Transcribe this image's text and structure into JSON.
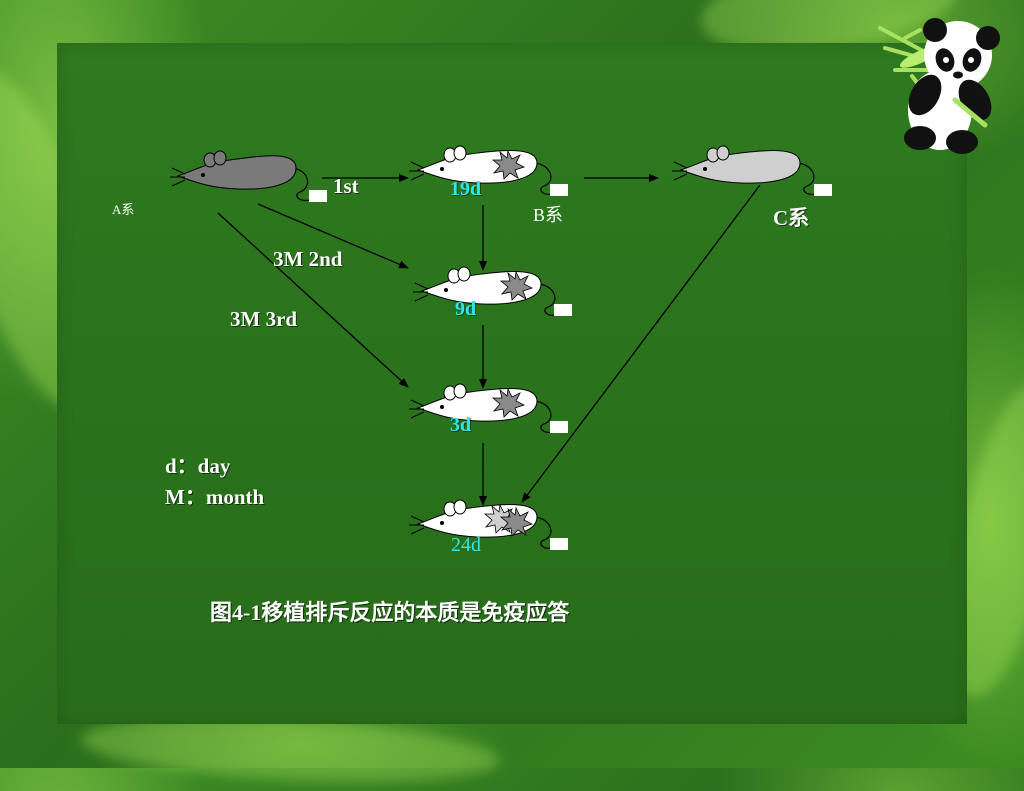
{
  "strains": {
    "a": "A系",
    "b": "B系",
    "c": "C系"
  },
  "edges": {
    "first": "1st",
    "second": "3M 2nd",
    "third": "3M 3rd"
  },
  "times": {
    "t1": "19d",
    "t2": "9d",
    "t3": "3d",
    "t4": "24d"
  },
  "legend": {
    "day": "d：day",
    "month": "M：month"
  },
  "caption": "图4-1移植排斥反应的本质是免疫应答",
  "colors": {
    "background": "#2d7520",
    "mouse_dark": "#7a7a7a",
    "mouse_light": "#cfcfcf",
    "mouse_white": "#ffffff",
    "time_label": "#2ee6f0",
    "graft_patch": "#8a8a8a"
  }
}
